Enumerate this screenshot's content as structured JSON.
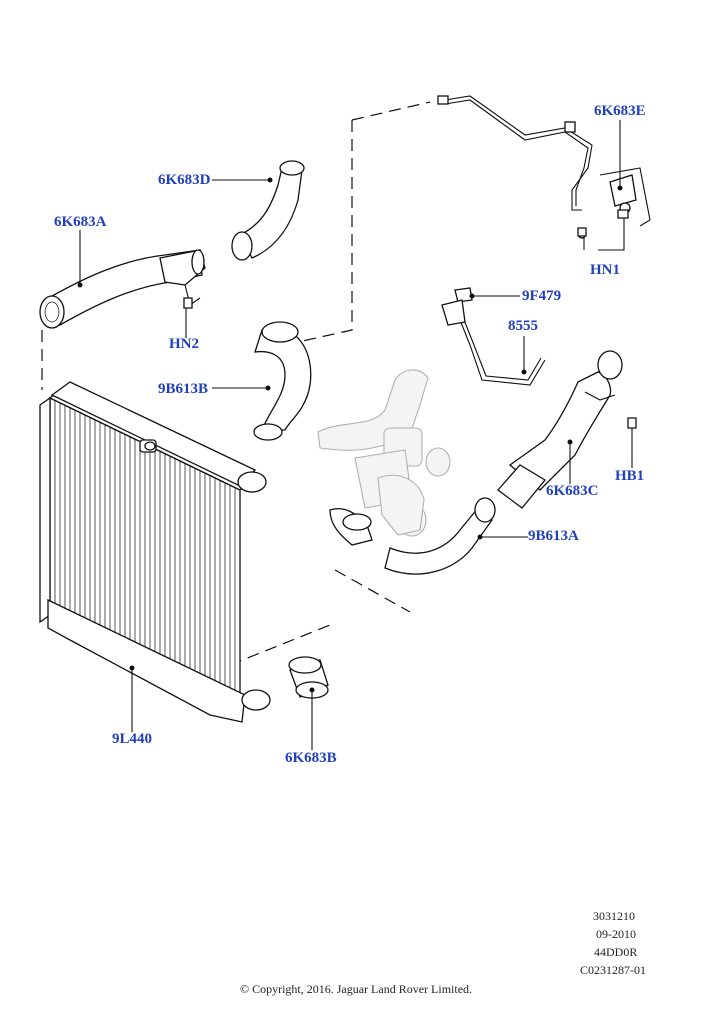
{
  "callouts": {
    "k683e": "6K683E",
    "k683d": "6K683D",
    "k683a": "6K683A",
    "hn1": "HN1",
    "f479": "9F479",
    "hn2": "HN2",
    "n8555": "8555",
    "b613b": "9B613B",
    "hb1": "HB1",
    "k683c": "6K683C",
    "b613a": "9B613A",
    "l440": "9L440",
    "k683b": "6K683B"
  },
  "meta": {
    "line1": "3031210",
    "line2": "09-2010",
    "line3": "44DD0R",
    "line4": "C0231287-01"
  },
  "copyright": "© Copyright, 2016. Jaguar Land Rover Limited."
}
